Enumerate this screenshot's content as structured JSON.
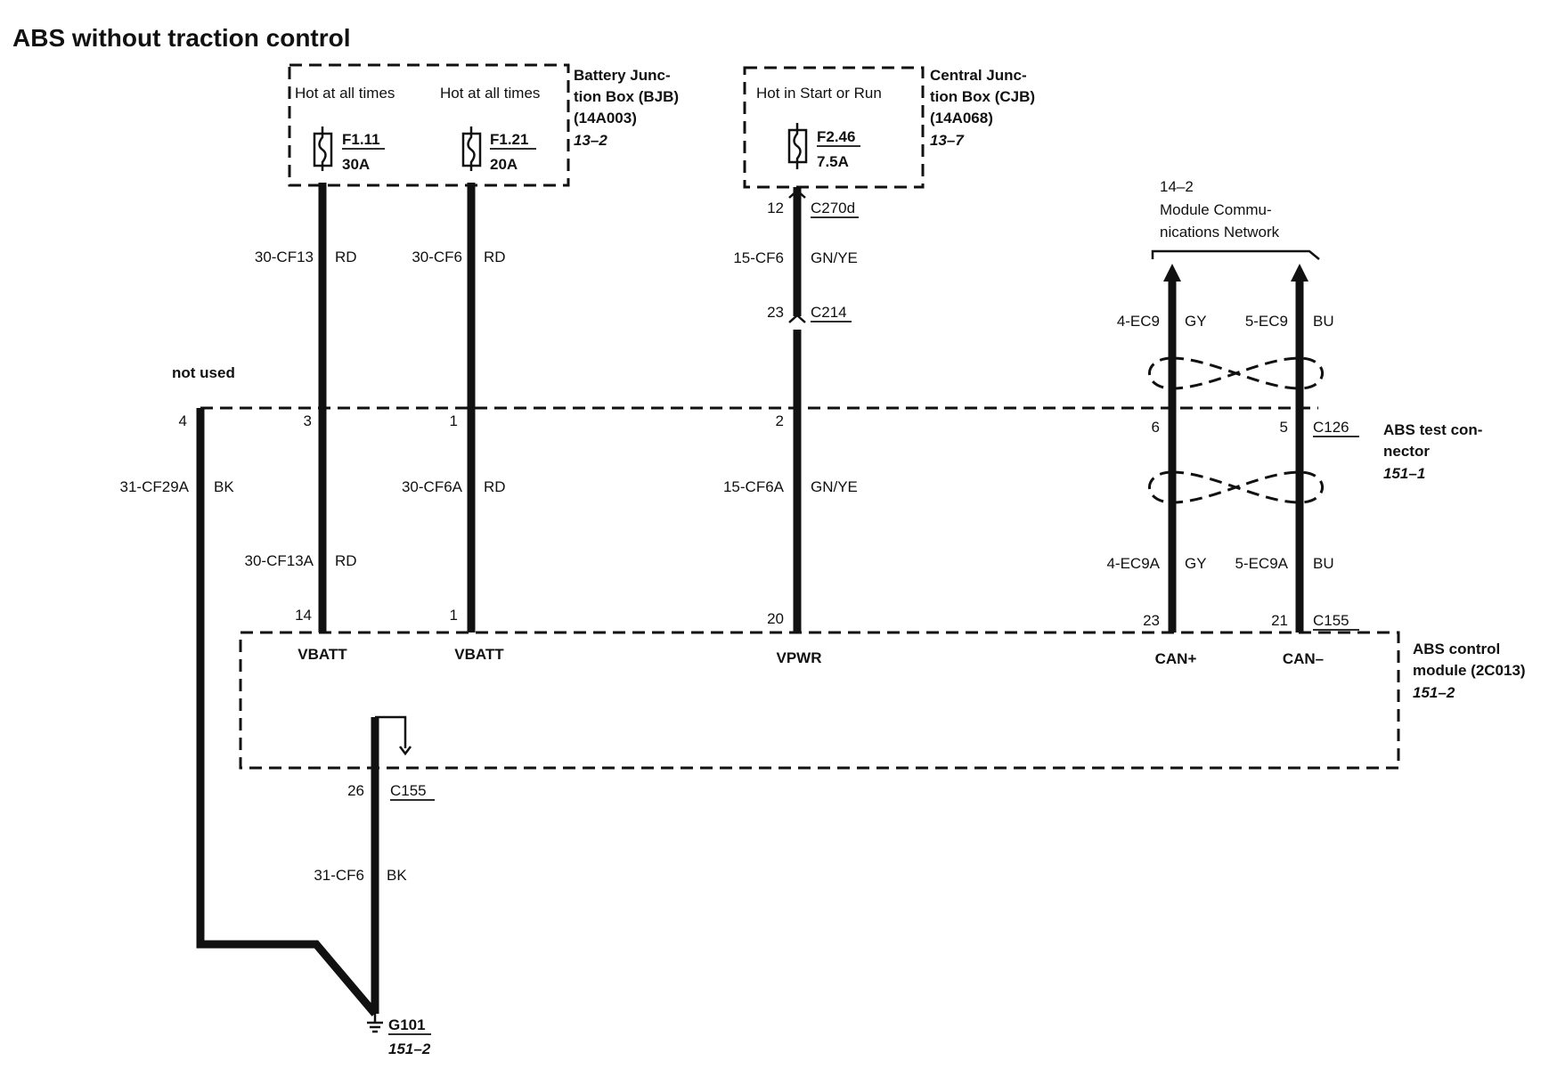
{
  "title": "ABS without traction control",
  "bjb": {
    "label": [
      "Battery Junc-",
      "tion Box (BJB)",
      "(14A003)"
    ],
    "ref": "13–2",
    "hot1": "Hot at all times",
    "hot2": "Hot at all times",
    "fuse1": {
      "id": "F1.11",
      "amps": "30A"
    },
    "fuse2": {
      "id": "F1.21",
      "amps": "20A"
    }
  },
  "cjb": {
    "label": [
      "Central Junc-",
      "tion Box (CJB)",
      "(14A068)"
    ],
    "ref": "13–7",
    "hot": "Hot in Start or Run",
    "fuse": {
      "id": "F2.46",
      "amps": "7.5A"
    }
  },
  "network": {
    "ref": "14–2",
    "label": [
      "Module Commu-",
      "nications Network"
    ]
  },
  "not_used": "not used",
  "test_connector": {
    "label": [
      "ABS test con-",
      "nector"
    ],
    "ref": "151–1",
    "connector": "C126"
  },
  "module": {
    "label": [
      "ABS control",
      "module (2C013)"
    ],
    "ref": "151–2",
    "connector": "C155"
  },
  "ground": {
    "id": "G101",
    "ref": "151–2"
  },
  "wires": {
    "w1_circuit": "30-CF13",
    "w1_color": "RD",
    "w1a_circuit": "30-CF13A",
    "w1a_color": "RD",
    "w2_circuit": "30-CF6",
    "w2_color": "RD",
    "w2a_circuit": "30-CF6A",
    "w2a_color": "RD",
    "w3_circuit": "15-CF6",
    "w3_color": "GN/YE",
    "w3a_circuit": "15-CF6A",
    "w3a_color": "GN/YE",
    "can1_circuit": "4-EC9",
    "can1_color": "GY",
    "can2_circuit": "5-EC9",
    "can2_color": "BU",
    "can1a_circuit": "4-EC9A",
    "can1a_color": "GY",
    "can2a_circuit": "5-EC9A",
    "can2a_color": "BU",
    "gnd1_circuit": "31-CF29A",
    "gnd1_color": "BK",
    "gnd2_circuit": "31-CF6",
    "gnd2_color": "BK"
  },
  "connectors": {
    "c270d": "C270d",
    "c214": "C214",
    "c155b": "C155"
  },
  "pins": {
    "p12": "12",
    "p23a": "23",
    "p4": "4",
    "p3": "3",
    "p1a": "1",
    "p2": "2",
    "p6": "6",
    "p5": "5",
    "p14": "14",
    "p1b": "1",
    "p20": "20",
    "p23b": "23",
    "p21": "21",
    "p26": "26"
  },
  "terminals": {
    "vbatt1": "VBATT",
    "vbatt2": "VBATT",
    "vpwr": "VPWR",
    "canp": "CAN+",
    "canm": "CAN–"
  }
}
